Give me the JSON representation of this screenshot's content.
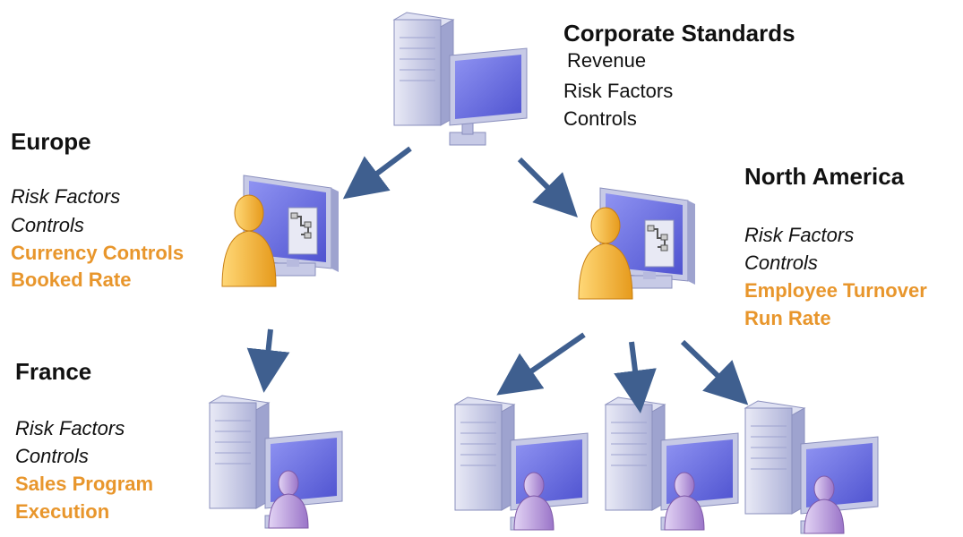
{
  "colors": {
    "accent": "#E8962C",
    "arrow": "#3F5F8F",
    "screen": "#6F73E6",
    "case": "#C9CCE6",
    "person_orange": "#F2B233",
    "person_purple": "#B69AD8"
  },
  "corporate": {
    "icon": "server-workstation-icon",
    "title": "Corporate Standards",
    "items": [
      "Revenue",
      "Risk Factors",
      "Controls"
    ]
  },
  "europe": {
    "icon": "user-workstation-icon",
    "title": "Europe",
    "items": [
      "Risk Factors",
      "Controls"
    ],
    "highlights": [
      "Currency Controls",
      "Booked Rate"
    ]
  },
  "north_america": {
    "icon": "user-workstation-icon",
    "title": "North America",
    "items": [
      "Risk Factors",
      "Controls"
    ],
    "highlights": [
      "Employee Turnover",
      "Run Rate"
    ]
  },
  "france": {
    "icon": "server-user-workstation-icon",
    "title": "France",
    "items": [
      "Risk Factors",
      "Controls"
    ],
    "highlights": [
      "Sales Program",
      "Execution"
    ]
  }
}
